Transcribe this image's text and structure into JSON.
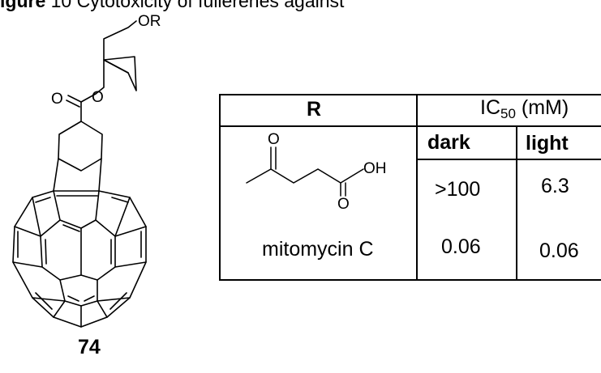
{
  "caption": {
    "figure_label": "igure",
    "text": "10 Cytotoxicity of fullerenes against"
  },
  "compound": {
    "label": "74",
    "atoms": {
      "top_group": "OR",
      "carbonyl_o": "O",
      "ester_o": "O"
    }
  },
  "table": {
    "header": {
      "r_label": "R",
      "ic_main": "IC",
      "ic_sub": "50",
      "ic_unit": " (mM)",
      "col_dark": "dark",
      "col_light": "light"
    },
    "rows": [
      {
        "r_atoms": {
          "keto_o": "O",
          "acid_oh": "OH",
          "acid_o": "O"
        },
        "dark": ">100",
        "light": "6.3"
      },
      {
        "r_name": "mitomycin C",
        "dark": "0.06",
        "light": "0.06"
      }
    ]
  }
}
